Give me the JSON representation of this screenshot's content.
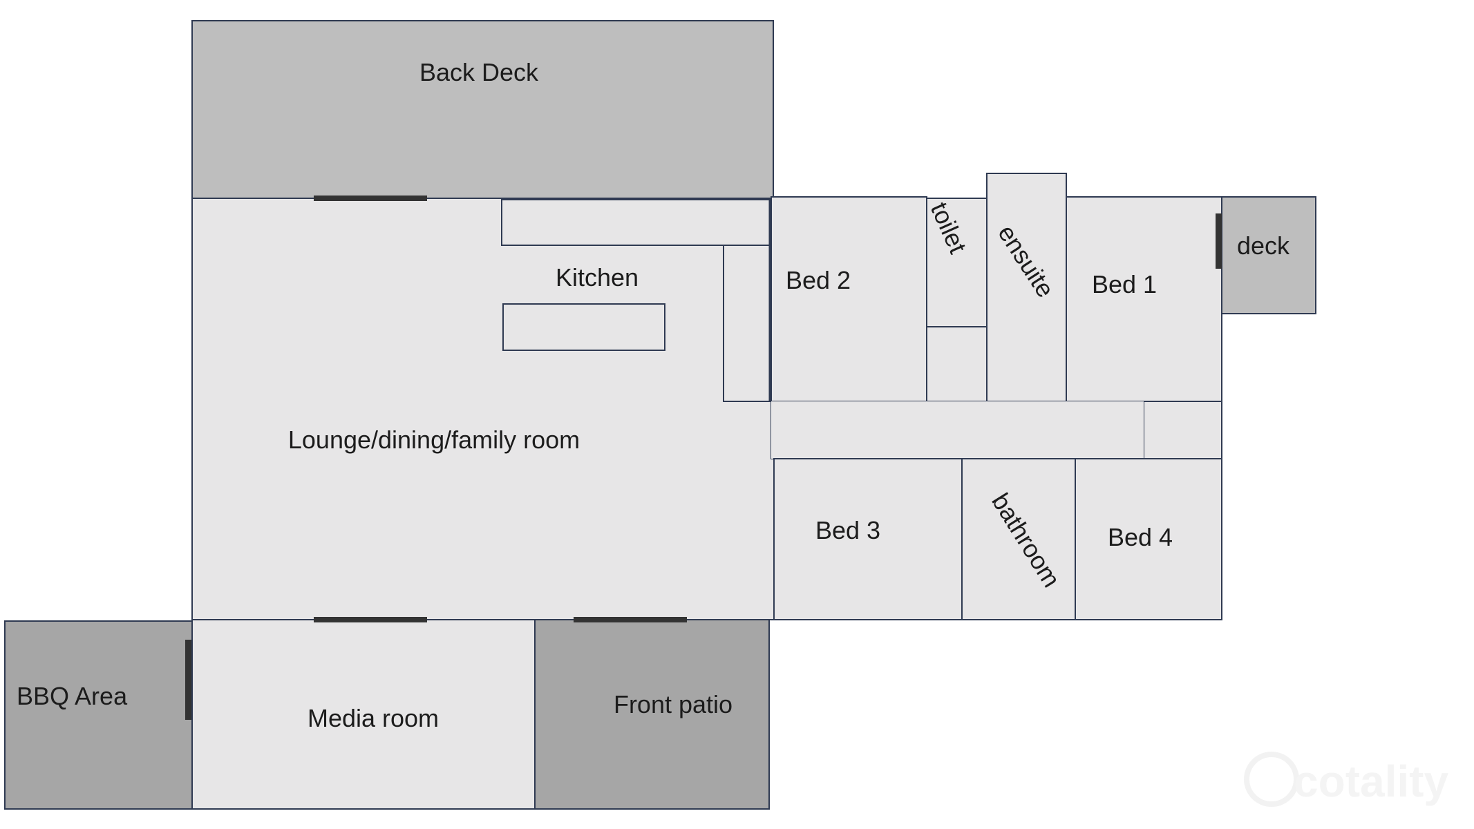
{
  "rooms": {
    "back_deck": "Back Deck",
    "kitchen": "Kitchen",
    "lounge": "Lounge/dining/family room",
    "bed2": "Bed 2",
    "toilet": "toilet",
    "ensuite": "ensuite",
    "bed1": "Bed 1",
    "deck": "deck",
    "bed3": "Bed 3",
    "bathroom": "bathroom",
    "bed4": "Bed 4",
    "bbq_area": "BBQ Area",
    "media_room": "Media room",
    "front_patio": "Front patio"
  },
  "watermark": "cotality",
  "colors": {
    "interior": "#e7e6e7",
    "deck": "#bebebe",
    "outdoor": "#a6a6a6",
    "wall": "#2f3a52",
    "door": "#333333"
  }
}
